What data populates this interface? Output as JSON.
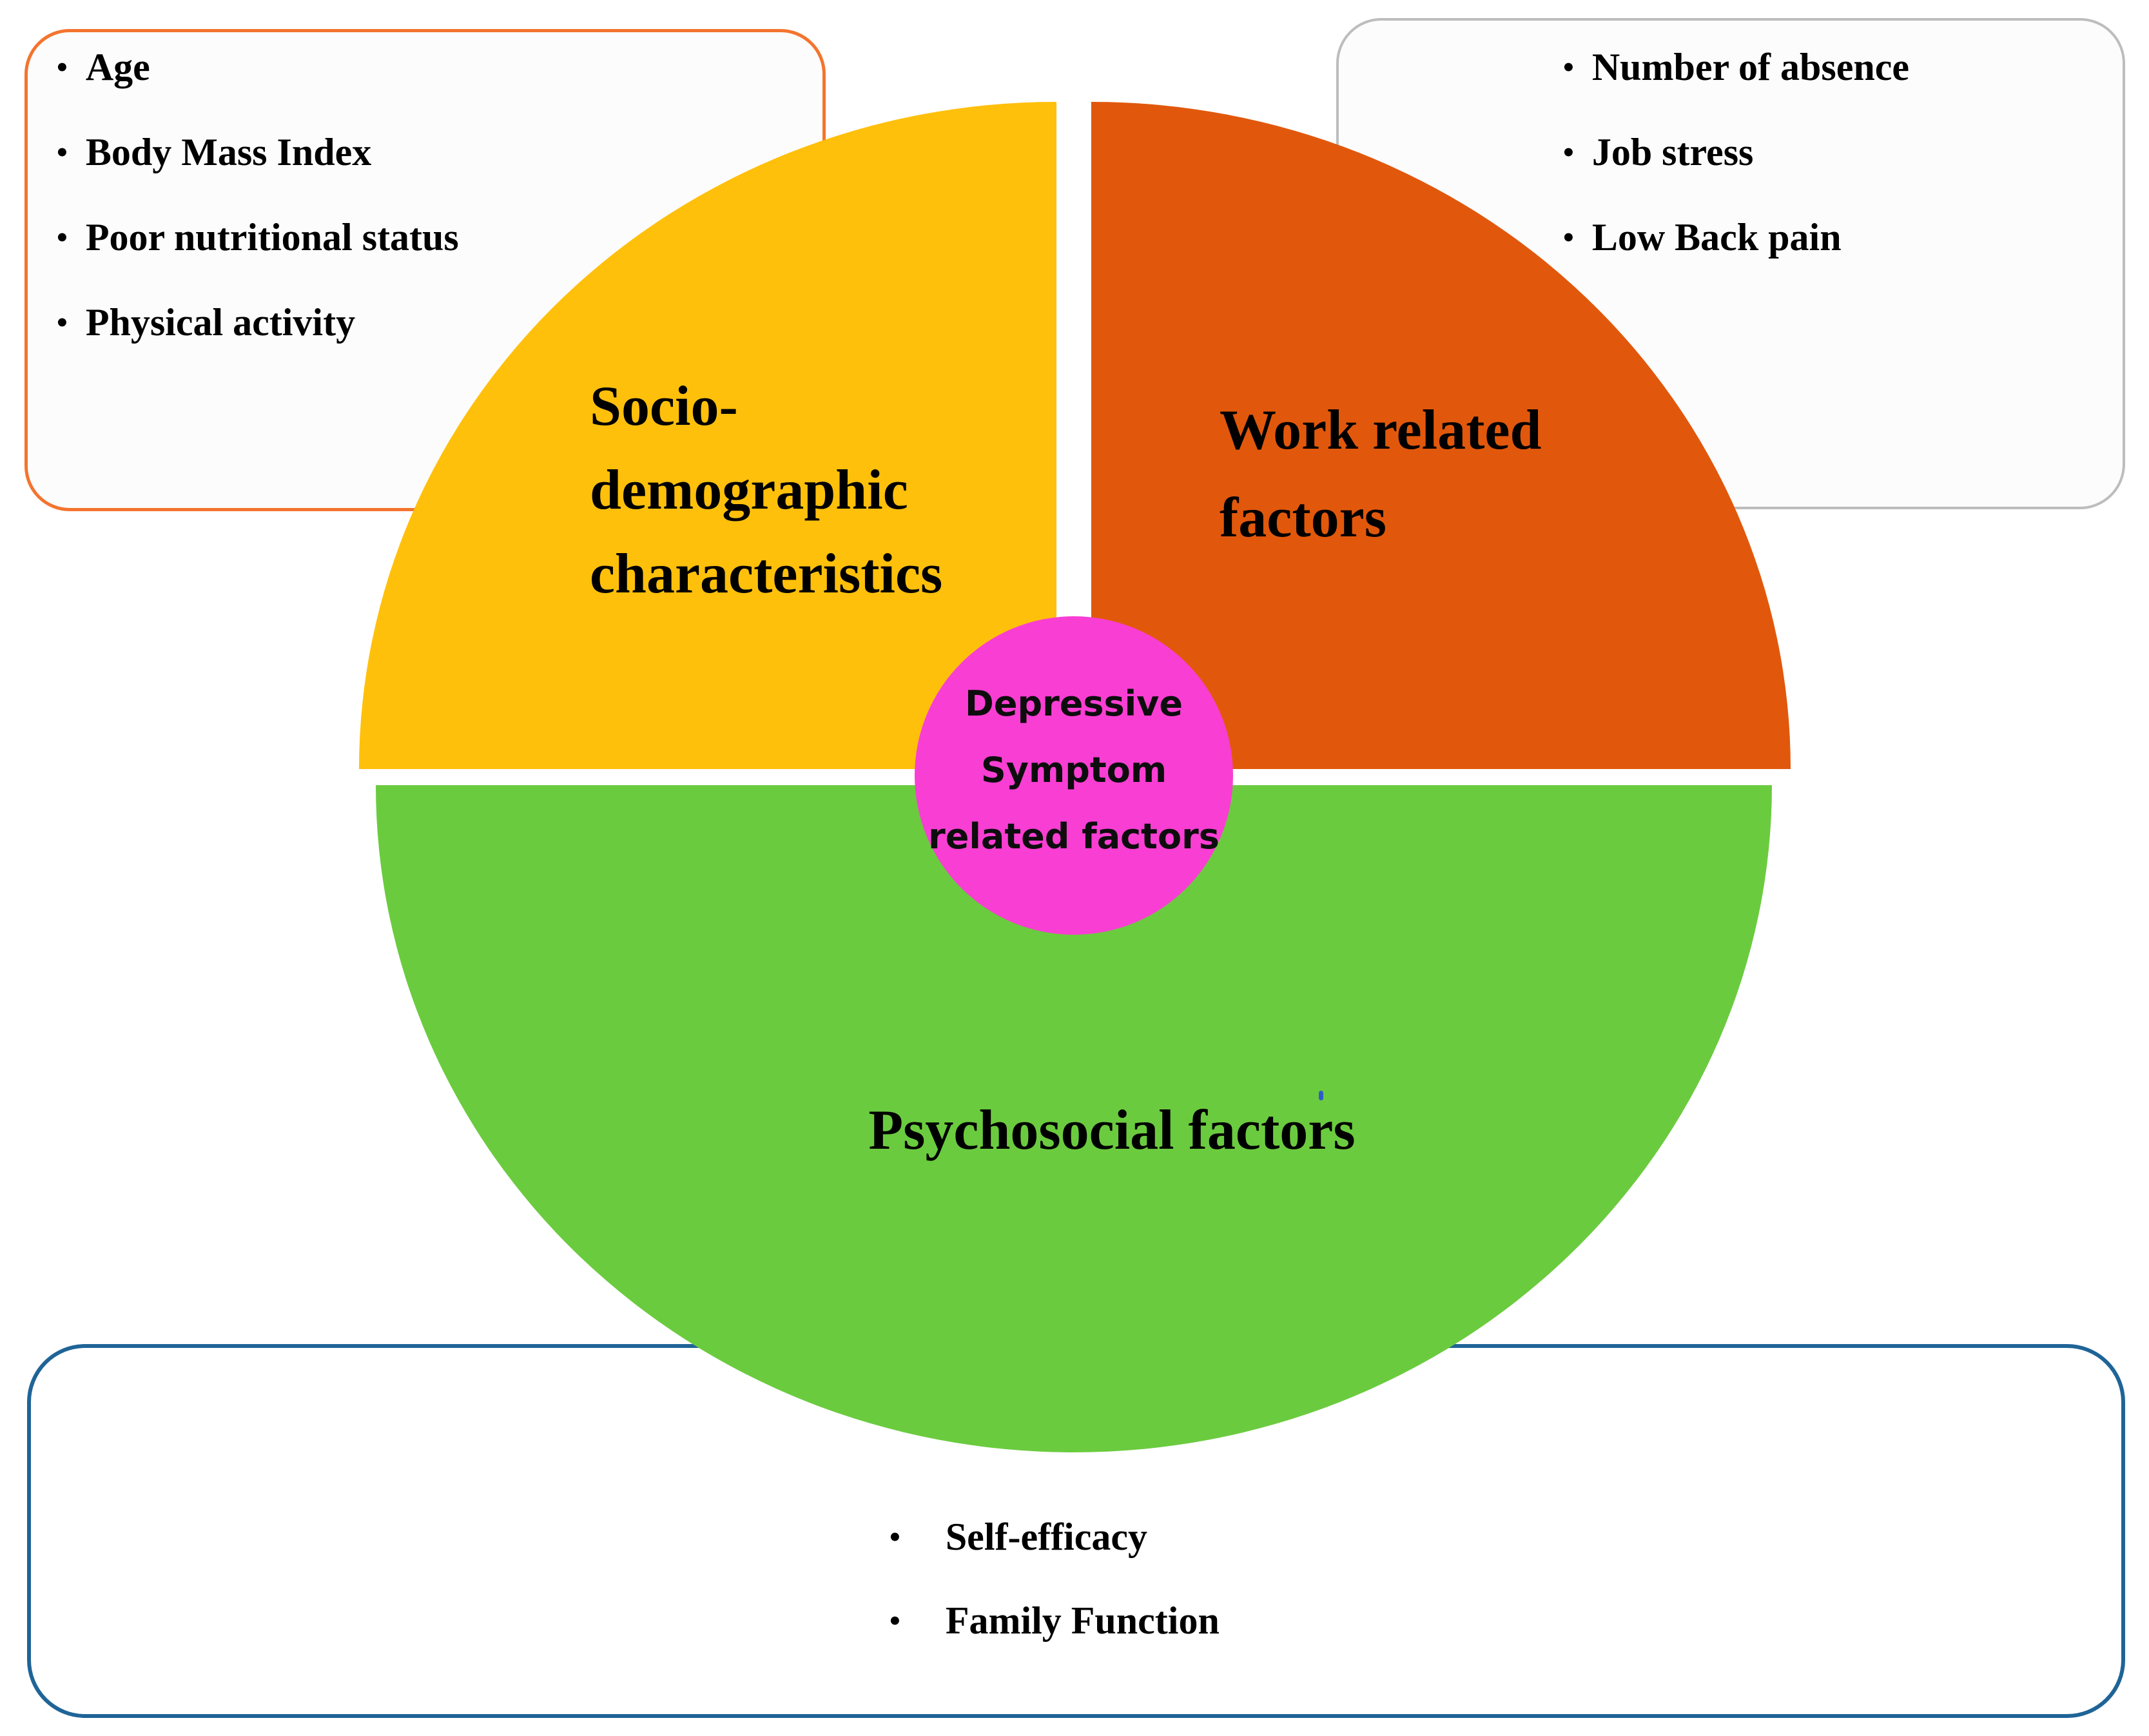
{
  "pie": {
    "center_circle": {
      "color": "#F93ED3",
      "label_lines": [
        "Depressive",
        "Symptom",
        "related factors"
      ]
    },
    "slices": {
      "sociodemographic": {
        "color": "#FFC00C",
        "title_lines": [
          "Socio-",
          "demographic",
          "characteristics"
        ]
      },
      "work": {
        "color": "#E1580C",
        "title_lines": [
          "Work related",
          "factors"
        ]
      },
      "psychosocial": {
        "color": "#6BCB3F",
        "title": "Psychosocial factors"
      }
    }
  },
  "callouts": {
    "sociodemographic": {
      "border_color": "#F4742E",
      "items": [
        "Age",
        "Body Mass Index",
        "Poor nutritional status",
        "Physical activity"
      ]
    },
    "work": {
      "border_color": "#BDBDBD",
      "items": [
        "Number of absence",
        "Job stress",
        "Low Back pain"
      ]
    },
    "psychosocial": {
      "border_color": "#1F6497",
      "items": [
        "Self-efficacy",
        "Family Function"
      ]
    }
  },
  "annotation": {
    "stray_mark_color": "#2E5BC7"
  }
}
